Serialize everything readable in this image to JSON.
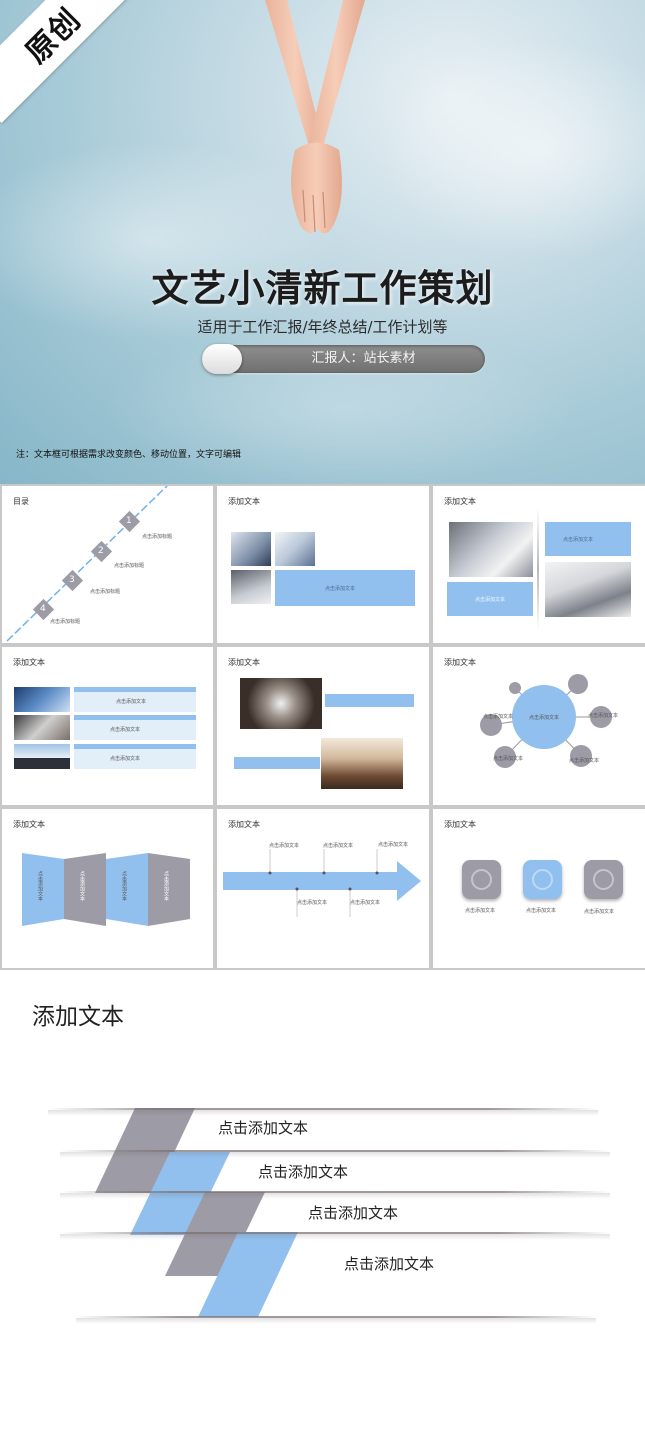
{
  "hero": {
    "ribbon": "原创",
    "title": "文艺小清新工作策划",
    "subtitle": "适用于工作汇报/年终总结/工作计划等",
    "reporter": "汇报人：站长素材",
    "note": "注：文本框可根据需求改变颜色、移动位置，文字可编辑"
  },
  "colors": {
    "accent_blue": "#92c0ee",
    "accent_gray": "#9d9ba6",
    "divider": "#c8c8c8"
  },
  "slides": {
    "toc": {
      "title": "目录",
      "items": [
        {
          "num": "1",
          "label": "点击添加标题"
        },
        {
          "num": "2",
          "label": "点击添加标题"
        },
        {
          "num": "3",
          "label": "点击添加标题"
        },
        {
          "num": "4",
          "label": "点击添加标题"
        }
      ]
    },
    "s2": {
      "title": "添加文本",
      "box": "点击添加文本"
    },
    "s3": {
      "title": "添加文本",
      "box1": "点击添加文本",
      "box2": "点击添加文本"
    },
    "s4": {
      "title": "添加文本",
      "rows": [
        "点击添加文本",
        "点击添加文本",
        "点击添加文本"
      ]
    },
    "s5": {
      "title": "添加文本"
    },
    "s6": {
      "title": "添加文本",
      "center": "点击添加文本",
      "left": "点击添加文本",
      "right": "点击添加文本",
      "bl": "点击添加文本",
      "br": "点击添加文本"
    },
    "s7": {
      "title": "添加文本",
      "panels": [
        "点击添加文本",
        "点击添加文本",
        "点击添加文本",
        "点击添加文本"
      ]
    },
    "s8": {
      "title": "添加文本",
      "top": [
        "点击添加文本",
        "点击添加文本",
        "点击添加文本"
      ],
      "bottom": [
        "点击添加文本",
        "点击添加文本"
      ]
    },
    "s9": {
      "title": "添加文本",
      "labels": [
        "点击添加文本",
        "点击添加文本",
        "点击添加文本"
      ]
    }
  },
  "bottom": {
    "title": "添加文本",
    "items": [
      "点击添加文本",
      "点击添加文本",
      "点击添加文本",
      "点击添加文本"
    ]
  }
}
